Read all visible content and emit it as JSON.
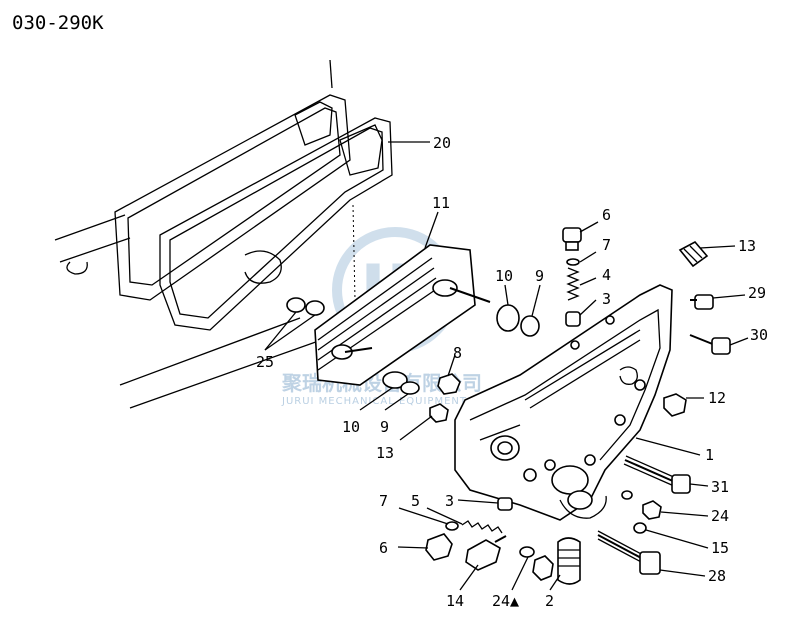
{
  "title": "030-290K",
  "watermark": {
    "company_cn": "聚瑞机械设备有限公司",
    "company_en": "JURUI MECHANICAL EQUIPMENT CO.,LTD",
    "logo_letters": "JR",
    "color": "#a9c4dc"
  },
  "callouts": [
    {
      "id": "c20",
      "label": "20"
    },
    {
      "id": "c11",
      "label": "11"
    },
    {
      "id": "c6a",
      "label": "6"
    },
    {
      "id": "c7a",
      "label": "7"
    },
    {
      "id": "c4",
      "label": "4"
    },
    {
      "id": "c3a",
      "label": "3"
    },
    {
      "id": "c13a",
      "label": "13"
    },
    {
      "id": "c29",
      "label": "29"
    },
    {
      "id": "c30",
      "label": "30"
    },
    {
      "id": "c10a",
      "label": "10"
    },
    {
      "id": "c9a",
      "label": "9"
    },
    {
      "id": "c25",
      "label": "25"
    },
    {
      "id": "c8",
      "label": "8"
    },
    {
      "id": "c10b",
      "label": "10"
    },
    {
      "id": "c9b",
      "label": "9"
    },
    {
      "id": "c13b",
      "label": "13"
    },
    {
      "id": "c12",
      "label": "12"
    },
    {
      "id": "c1",
      "label": "1"
    },
    {
      "id": "c31",
      "label": "31"
    },
    {
      "id": "c7b",
      "label": "7"
    },
    {
      "id": "c5",
      "label": "5"
    },
    {
      "id": "c3b",
      "label": "3"
    },
    {
      "id": "c24a",
      "label": "24"
    },
    {
      "id": "c6b",
      "label": "6"
    },
    {
      "id": "c15",
      "label": "15"
    },
    {
      "id": "c14",
      "label": "14"
    },
    {
      "id": "c24b",
      "label": "24▲"
    },
    {
      "id": "c2",
      "label": "2"
    },
    {
      "id": "c28",
      "label": "28"
    }
  ]
}
